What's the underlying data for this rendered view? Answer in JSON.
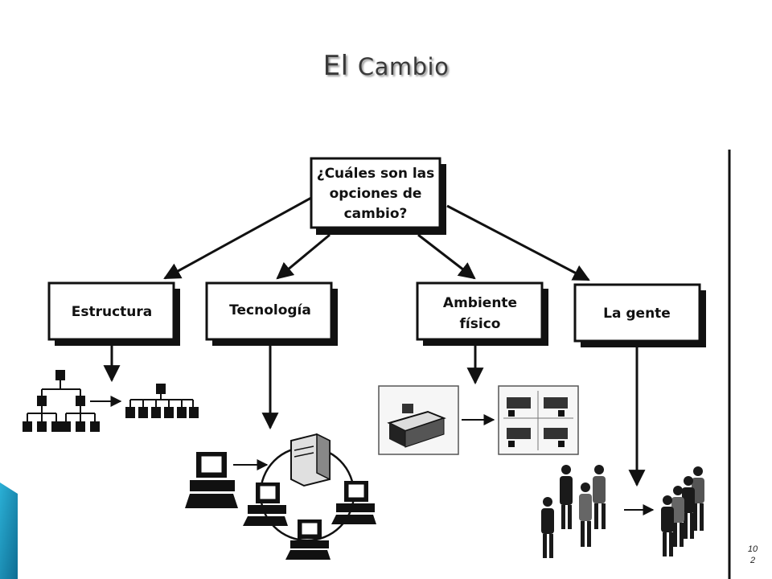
{
  "slide": {
    "title_word1": "El",
    "title_word2": "Cambio",
    "page_number_line1": "10",
    "page_number_line2": "2",
    "accent_color": "#1a8fb5"
  },
  "diagram": {
    "root": {
      "line1": "¿Cuáles son las",
      "line2": "opciones de",
      "line3": "cambio?"
    },
    "options": [
      {
        "line1": "Estructura",
        "line2": ""
      },
      {
        "line1": "Tecnología",
        "line2": ""
      },
      {
        "line1": "Ambiente",
        "line2": "físico"
      },
      {
        "line1": "La gente",
        "line2": ""
      }
    ]
  }
}
